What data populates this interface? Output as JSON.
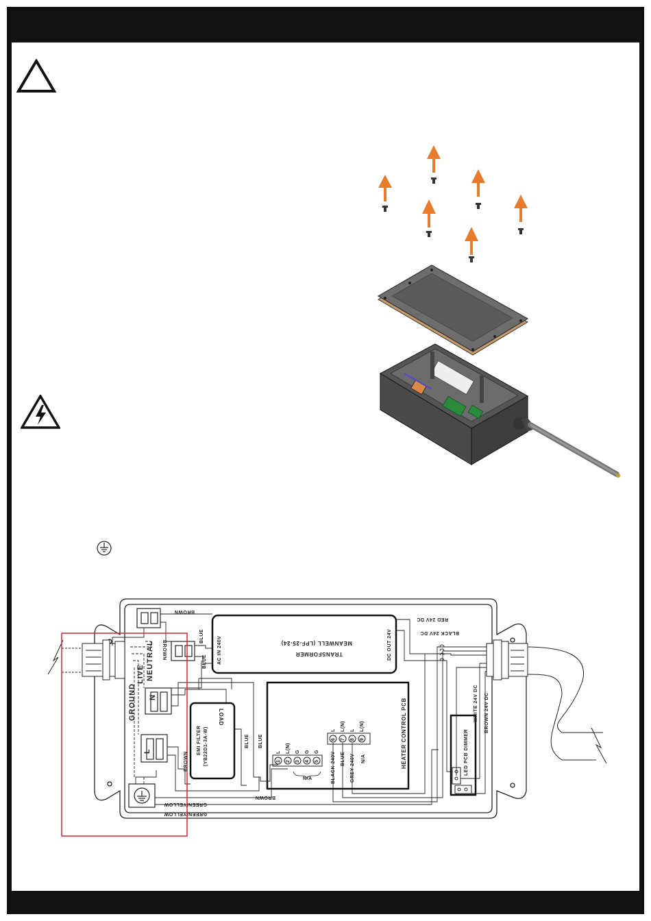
{
  "labels": {
    "brown": "BROWN",
    "blue": "BLUE",
    "ac_in": "AC IN 240V",
    "transformer": "TRANSFORMER",
    "meanwell": "MEANWELL (LPF-25-24)",
    "dc_out": "DC OUT 24V",
    "red_24v": "RED 24V DC",
    "black_24v": "BLACK 24V DC",
    "white_24v": "WHITE 24V DC",
    "brown_24v": "BROWN 24V DC",
    "ground": "GROUND",
    "live": "LIVE",
    "neutral": "NEUTRAL",
    "n": "N",
    "l": "L",
    "load": "LOAD",
    "emi_filter": "EMI FILTER",
    "emi_model": "(YB22D1-3A-W)",
    "heater_pcb": "HEATER CONTROL PCB",
    "led_dimmer": "LED PCB DIMMER",
    "green_yellow": "GREEN/YELLOW",
    "black_240": "BLACK 240V",
    "grey_240": "GREY 240V",
    "na": "N/A",
    "term_l": "L",
    "term_ln": "L(N)",
    "term_g": "G",
    "t1": "1",
    "t2": "2",
    "t3": "3",
    "t4": "4",
    "t5": "5",
    "t6": "6",
    "t7": "7",
    "t8": "8",
    "t9": "9"
  },
  "colors": {
    "frame": "#111111",
    "arrow": "#e87c2c",
    "highlight": "#d9232e",
    "line": "#222222"
  },
  "icons": [
    "warning-triangle-icon",
    "electrical-hazard-icon",
    "earth-ground-icon"
  ]
}
